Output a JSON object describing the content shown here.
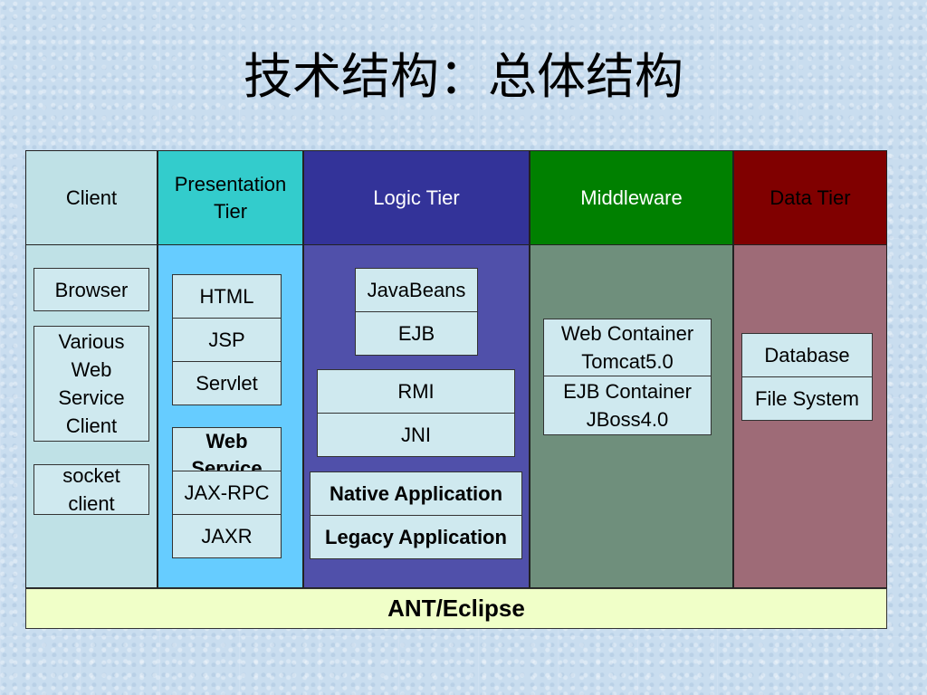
{
  "title": "技术结构：总体结构",
  "columns": [
    {
      "header": "Client"
    },
    {
      "header_line1": "Presentation",
      "header_line2": "Tier"
    },
    {
      "header": "Logic Tier"
    },
    {
      "header": "Middleware"
    },
    {
      "header": "Data Tier"
    }
  ],
  "client": {
    "browser": "Browser",
    "various": [
      "Various",
      "Web",
      "Service",
      "Client"
    ],
    "socket": [
      "socket",
      "client"
    ]
  },
  "presentation": {
    "html": "HTML",
    "jsp": "JSP",
    "servlet": "Servlet",
    "web_service": [
      "Web",
      "Service"
    ],
    "jax_rpc": "JAX-RPC",
    "jaxr": "JAXR"
  },
  "logic": {
    "javabeans": "JavaBeans",
    "ejb": "EJB",
    "rmi": "RMI",
    "jni": "JNI",
    "native_app": "Native Application",
    "legacy_app": "Legacy Application"
  },
  "middleware": {
    "web_container": [
      "Web Container",
      "Tomcat5.0"
    ],
    "ejb_container": [
      "EJB Container",
      "JBoss4.0"
    ]
  },
  "data": {
    "database": "Database",
    "file_system": "File System"
  },
  "footer": "ANT/Eclipse",
  "colors": {
    "client_bg": "#bfe1e6",
    "presentation_header": "#33cccc",
    "presentation_body": "#66ccff",
    "logic_header": "#333399",
    "logic_body": "#5050aa",
    "middleware_header": "#008000",
    "middleware_body": "#6f8f7c",
    "data_header": "#800000",
    "data_body": "#9e6b77",
    "footer_bg": "#f0ffc8"
  }
}
